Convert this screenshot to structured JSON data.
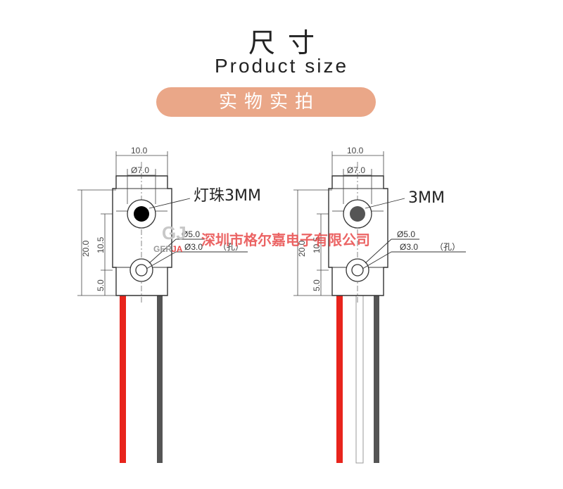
{
  "header": {
    "title_cn": "尺寸",
    "title_en": "Product size",
    "tab_label": "实物实拍"
  },
  "dimensions": {
    "width": "10.0",
    "led_dia": "Ø7.0",
    "height_total": "20.0",
    "height_upper": "10.5",
    "height_lower": "5.0",
    "hole_outer": "Ø5.0",
    "hole_inner": "Ø3.0",
    "hole_note": "（孔）"
  },
  "callouts": {
    "left": "灯珠3MM",
    "right": "3MM"
  },
  "watermark": {
    "company": "深圳市格尔嘉电子有限公司",
    "logo_mark": "GJ",
    "logo_text": "GERJA"
  },
  "colors": {
    "accent_pill": "#eaa788",
    "wire_red": "#e8241c",
    "wire_gray": "#555555",
    "watermark_red": "#e84a4a"
  }
}
